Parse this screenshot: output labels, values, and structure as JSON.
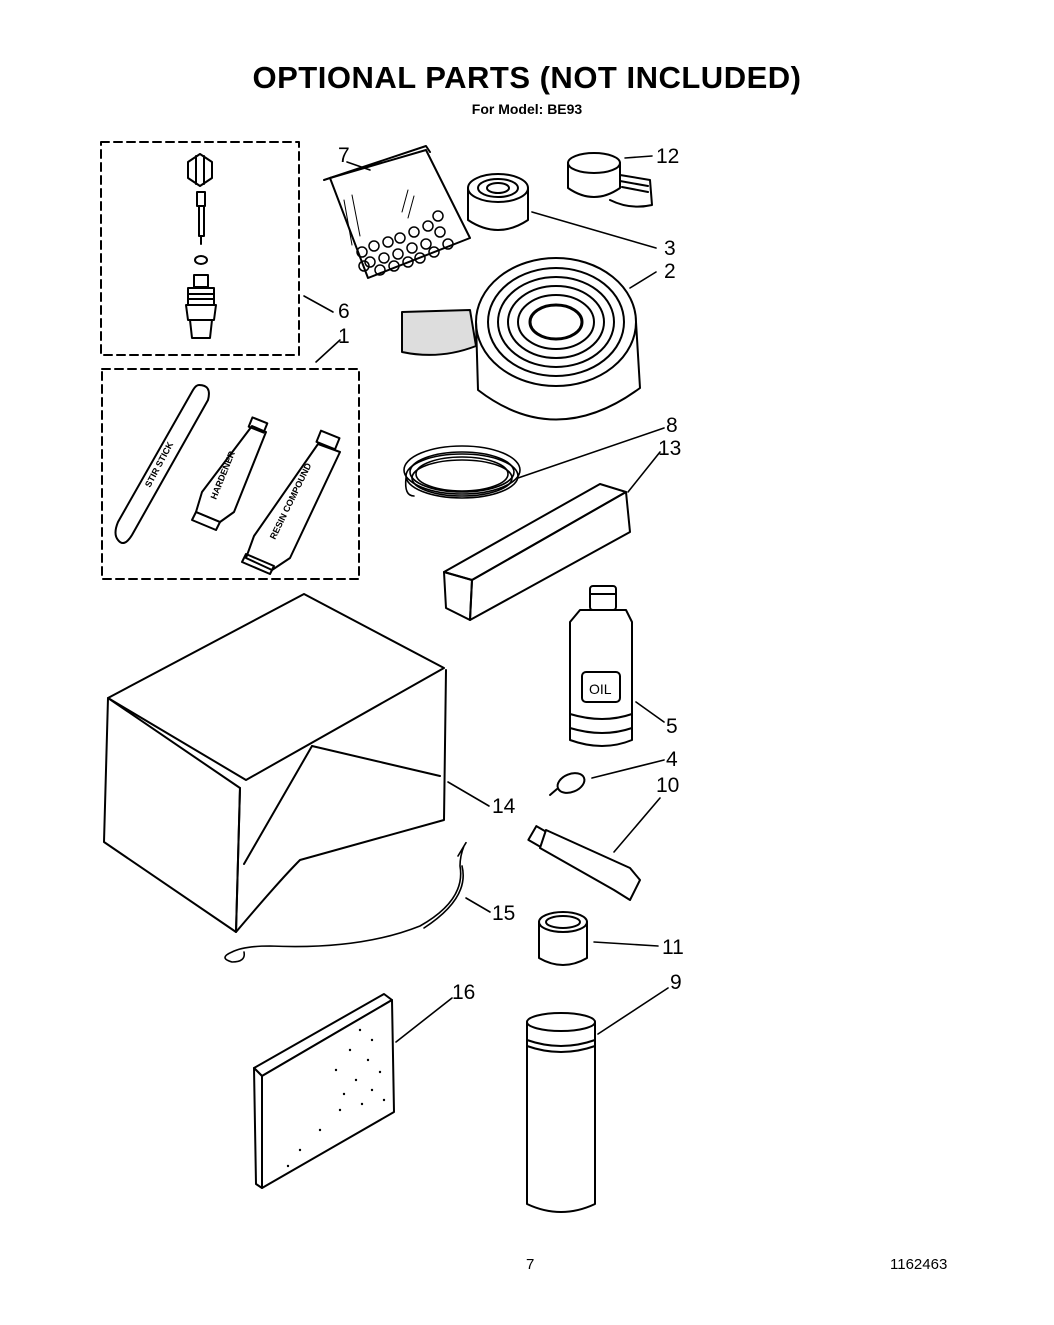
{
  "title": "OPTIONAL PARTS (NOT INCLUDED)",
  "subtitle": "For Model: BE93",
  "page_number": "7",
  "document_number": "1162463",
  "callouts": {
    "c1": "1",
    "c2": "2",
    "c3": "3",
    "c4": "4",
    "c5": "5",
    "c6": "6",
    "c7": "7",
    "c8": "8",
    "c9": "9",
    "c10": "10",
    "c11": "11",
    "c12": "12",
    "c13": "13",
    "c14": "14",
    "c15": "15",
    "c16": "16"
  },
  "labels": {
    "stir_stick": "STIR STICK",
    "hardener": "HARDENER",
    "resin": "RESIN COMPOUND",
    "oil": "OIL"
  }
}
